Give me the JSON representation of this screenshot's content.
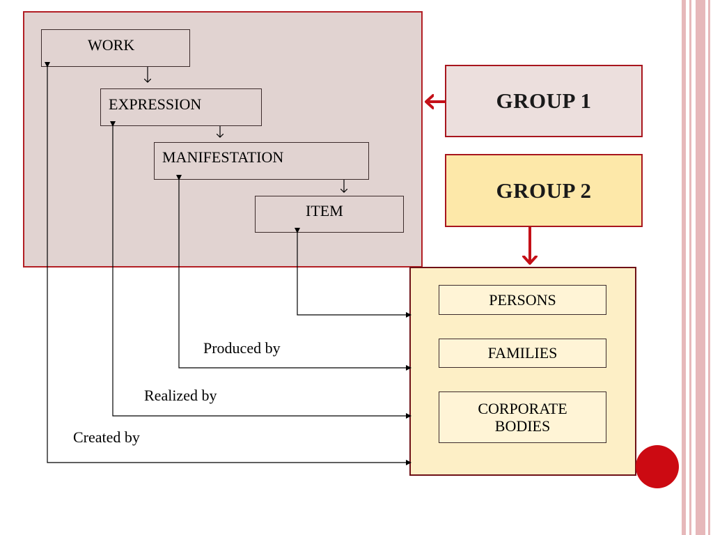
{
  "groups": {
    "group1_label": "GROUP 1",
    "group2_label": "GROUP 2"
  },
  "group1_entities": {
    "work": "WORK",
    "expression": "EXPRESSION",
    "manifestation": "MANIFESTATION",
    "item": "ITEM"
  },
  "group2_entities": {
    "persons": "PERSONS",
    "families": "FAMILIES",
    "corporate_bodies": "CORPORATE BODIES"
  },
  "relationships": {
    "produced_by": "Produced by",
    "realized_by": "Realized by",
    "created_by": "Created by"
  },
  "colors": {
    "group1_fill": "#e1d3d1",
    "group1_border": "#b21e24",
    "group1_label_fill": "#ecdfdd",
    "group2_fill": "#fdefc6",
    "group2_label_fill": "#fde8a9",
    "accent_red": "#c41018",
    "stripe": "#e6b8ba"
  }
}
